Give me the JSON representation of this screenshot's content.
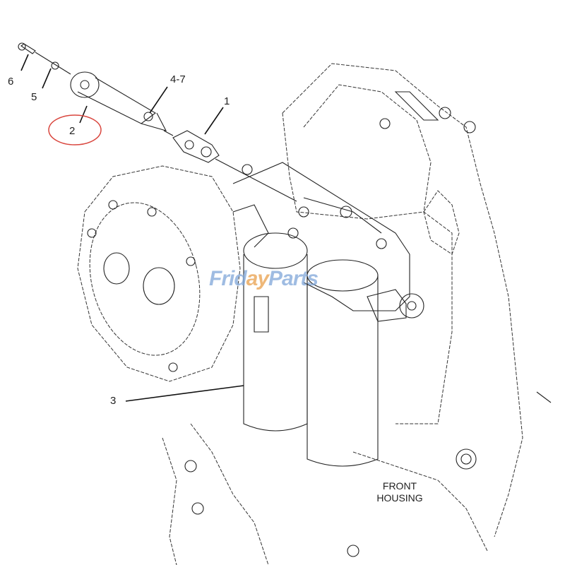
{
  "diagram": {
    "type": "exploded parts diagram",
    "subject": "Engine front housing with filter assembly",
    "callouts": [
      {
        "id": "c1",
        "label": "1"
      },
      {
        "id": "c2",
        "label": "2",
        "highlighted": true
      },
      {
        "id": "c3",
        "label": "3"
      },
      {
        "id": "c47",
        "label": "4-7"
      },
      {
        "id": "c5",
        "label": "5"
      },
      {
        "id": "c6",
        "label": "6"
      }
    ],
    "region_label_line1": "FRONT",
    "region_label_line2": "HOUSING",
    "watermark": {
      "part1": "Frid",
      "accent": "ay",
      "part2": "Parts"
    },
    "colors": {
      "line": "#222222",
      "highlight_circle": "#d9463e",
      "watermark_blue": "#7fa6d9",
      "watermark_orange": "#e9a04b",
      "background": "#ffffff"
    }
  }
}
